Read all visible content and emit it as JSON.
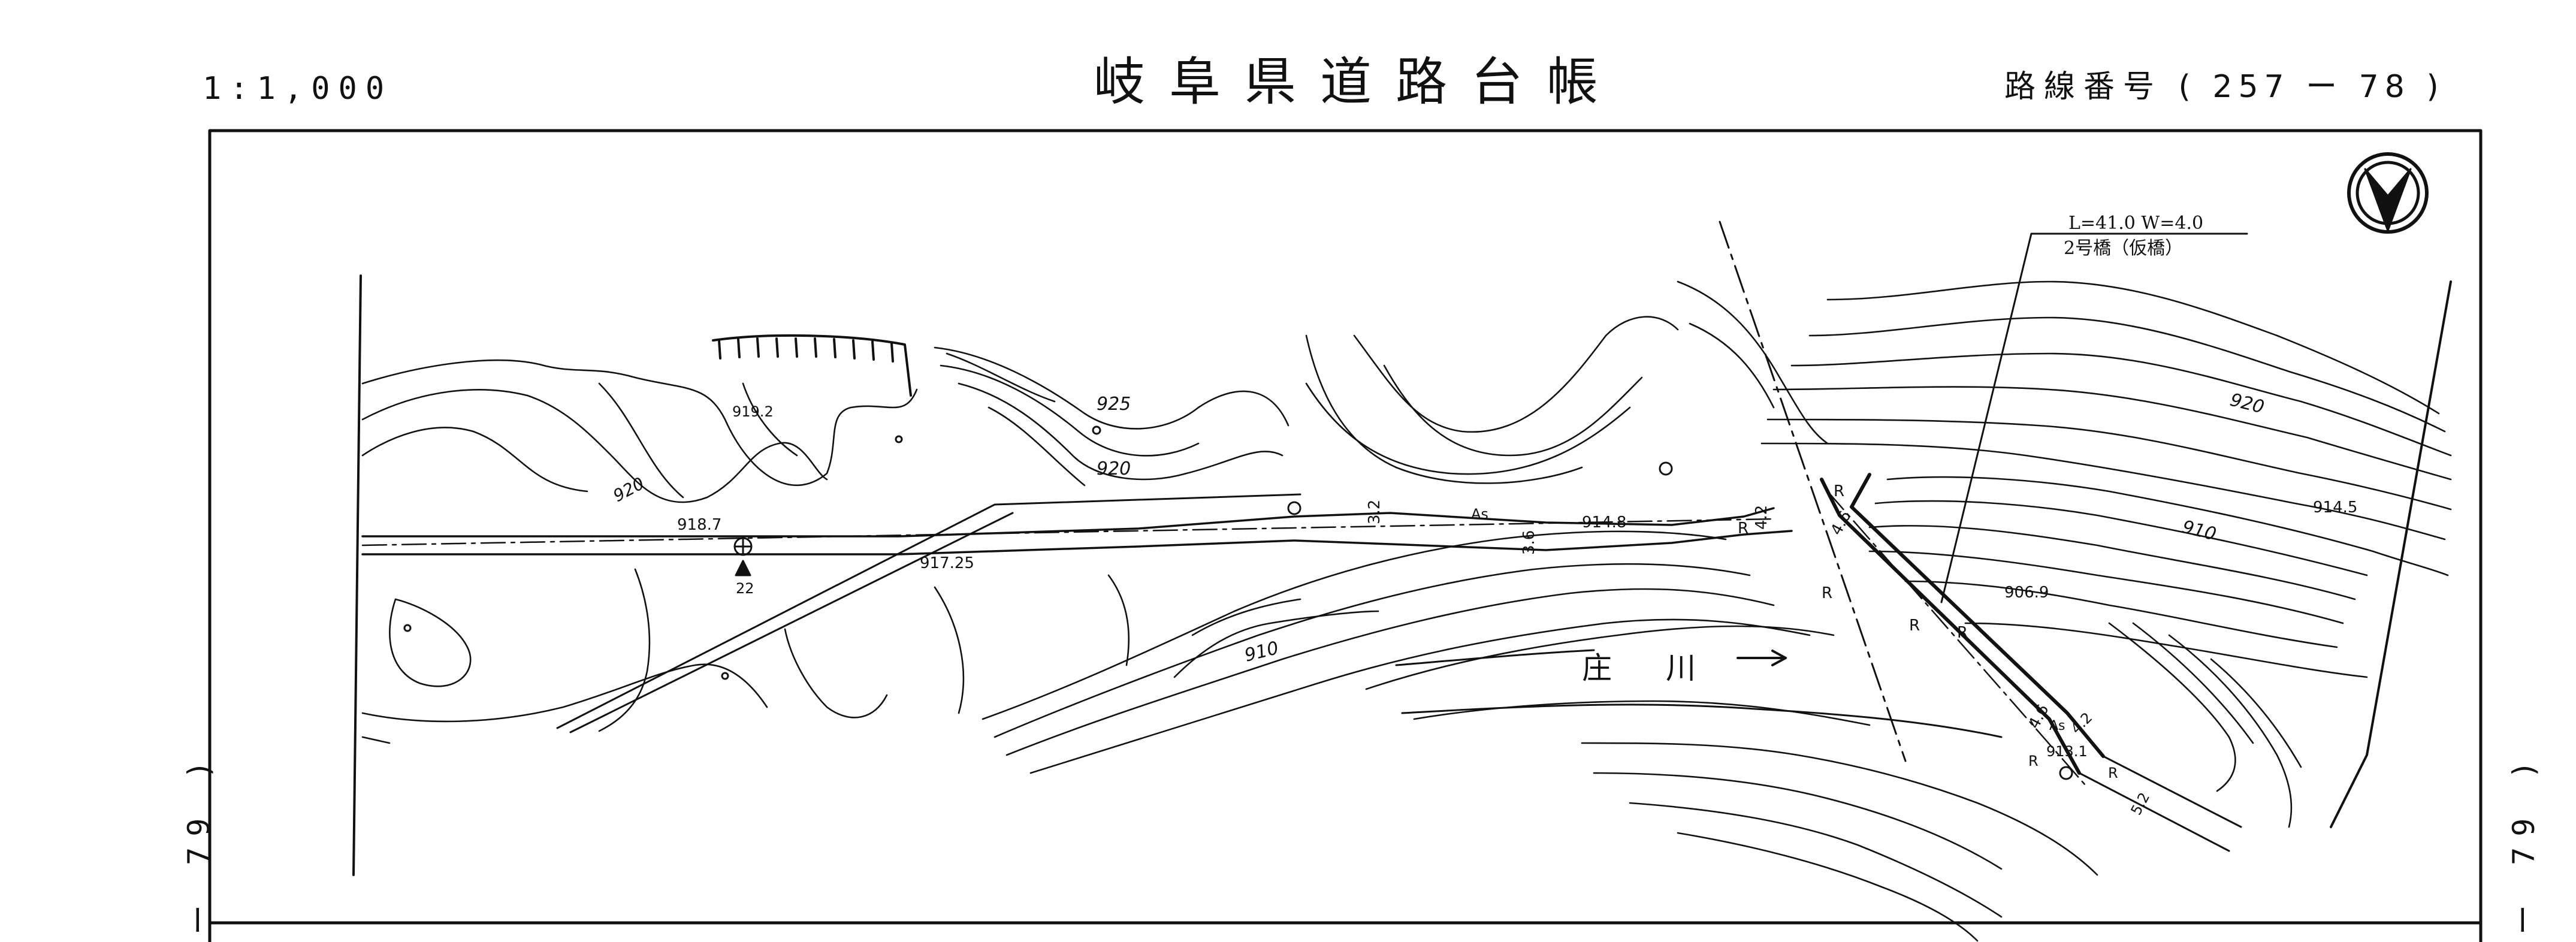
{
  "header": {
    "scale": "1:1,000",
    "title": "岐阜県道路台帳",
    "route_label": "路線番号",
    "route_open": "(",
    "route_number": "257 ー 78",
    "route_close": ")"
  },
  "side_labels": {
    "left": "ー 79 )",
    "right": "ー 79 )"
  },
  "map": {
    "elevations": {
      "e919_2": "919.2",
      "e918_7": "918.7",
      "e917_25": "917.25",
      "e914_8": "914.8",
      "e906_9": "906.9",
      "e914_5": "914.5",
      "e913_1": "913.1"
    },
    "contours": {
      "c925": "925",
      "c920a": "920",
      "c920b": "920",
      "c920c": "920",
      "c910a": "910",
      "c910b": "910"
    },
    "widths": {
      "w3_2": "3.2",
      "w3_6": "3.6",
      "w4_2": "4.2",
      "w4_6a": "4.6",
      "w4_6b": "4.6",
      "w4_2b": "4.2",
      "w5_2": "5.2"
    },
    "surface": {
      "as1": "As",
      "as2": "As"
    },
    "r_marks": [
      "R",
      "R",
      "R",
      "R",
      "R",
      "R",
      "R"
    ],
    "benchmark": "22",
    "river": {
      "name_1": "庄",
      "name_2": "川"
    },
    "bridge": {
      "dims": "L=41.0 W=4.0",
      "name": "2号橋（仮橋）"
    }
  },
  "colors": {
    "ink": "#111111",
    "paper": "#ffffff"
  }
}
